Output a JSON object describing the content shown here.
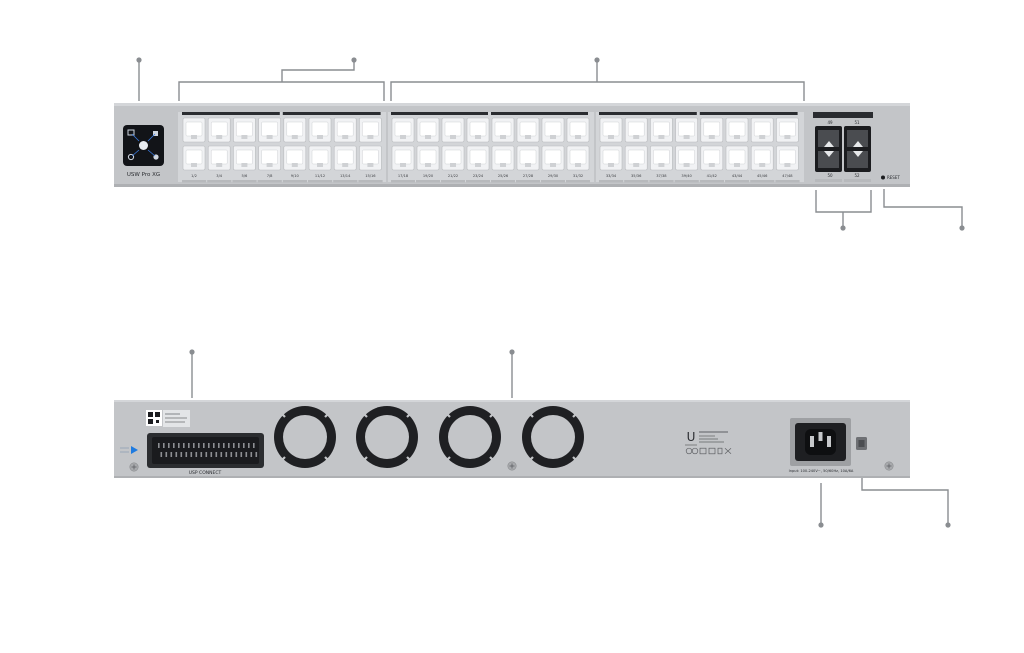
{
  "front": {
    "model_label": "USW Pro XG",
    "port_labels": [
      "1/2",
      "3/4",
      "5/6",
      "7/8",
      "9/10",
      "11/12",
      "13/14",
      "15/16",
      "17/18",
      "19/20",
      "21/22",
      "23/24",
      "25/26",
      "27/28",
      "29/30",
      "31/32",
      "33/34",
      "35/36",
      "37/38",
      "39/40",
      "41/42",
      "43/44",
      "45/46",
      "47/48"
    ],
    "sfp_top_labels": [
      "49",
      "51"
    ],
    "sfp_bottom_labels": [
      "50",
      "52"
    ],
    "reset_label": "RESET"
  },
  "rear": {
    "usp_label": "USP CONNECT",
    "power_label": "Input: 100-240V~, 50/60Hz, 10A/6A"
  },
  "colors": {
    "chassis": "#c3c5c8",
    "port_bank": "#d5d7da",
    "port": "#eef0f2",
    "callout": "#8a8d91",
    "fan": "#1f2023",
    "accent": "#1e7be0"
  }
}
